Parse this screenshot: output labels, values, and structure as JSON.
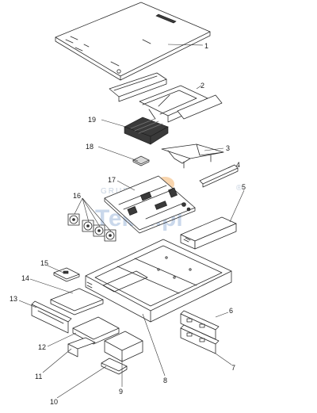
{
  "callouts": [
    {
      "label": "1"
    },
    {
      "label": "2"
    },
    {
      "label": "3"
    },
    {
      "label": "4"
    },
    {
      "label": "5"
    },
    {
      "label": "6"
    },
    {
      "label": "7"
    },
    {
      "label": "8"
    },
    {
      "label": "9"
    },
    {
      "label": "10"
    },
    {
      "label": "11"
    },
    {
      "label": "12"
    },
    {
      "label": "13"
    },
    {
      "label": "14"
    },
    {
      "label": "15"
    },
    {
      "label": "16"
    },
    {
      "label": "17"
    },
    {
      "label": "18"
    },
    {
      "label": "19"
    }
  ],
  "watermark": {
    "group_text": "GRUPA",
    "registered_mark": "®"
  },
  "colors": {
    "line": "#2a2a2a",
    "watermark": "#9fb9dc",
    "watermark_orange": "#f2b26b"
  }
}
